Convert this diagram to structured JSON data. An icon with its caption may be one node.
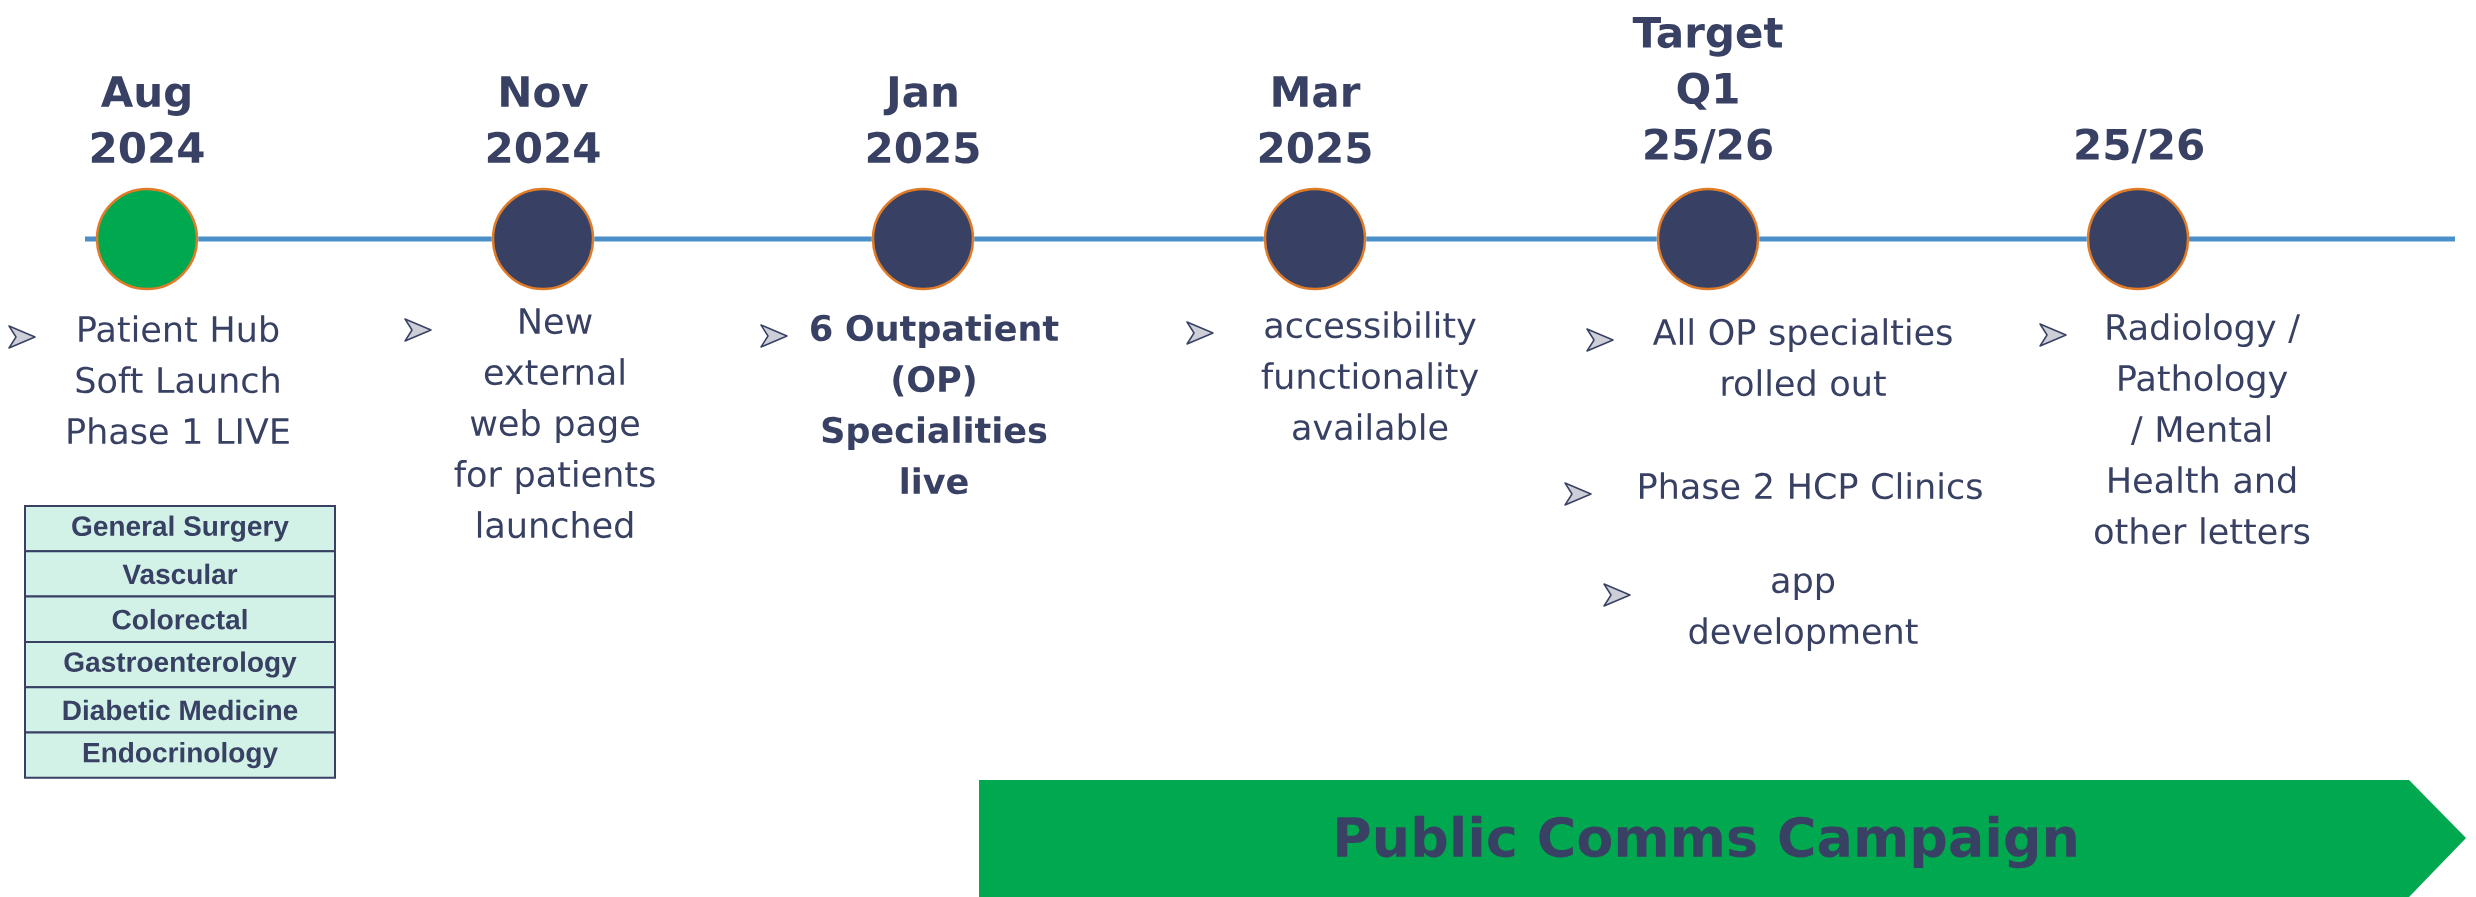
{
  "diagram": {
    "nodes": [
      {
        "text": [
          "Aug 2024"
        ],
        "beside": [
          "Patient Hub Soft Launch Phase 1 LIVE"
        ]
      },
      {
        "text": [
          "Nov 2024"
        ],
        "beside": [
          "New external web page for patients launched"
        ]
      },
      {
        "text": [
          "Jan 2025"
        ],
        "beside": [
          "6 Outpatient (OP) Specialities live"
        ]
      },
      {
        "text": [
          "Mar 2025"
        ],
        "beside": [
          "accessibility functionality available"
        ]
      },
      {
        "text": [
          "Target Q1 25/26"
        ],
        "beside": [
          "All OP specialties rolled out",
          "Phase 2 HCP Clinics",
          "app development"
        ]
      },
      {
        "text": [
          "25/26"
        ],
        "beside": [
          "Radiology / Pathology / Mental Health and other letters"
        ]
      },
      {
        "text": [
          "Public Comms Campaign"
        ]
      }
    ],
    "edges": [
      {
        "from": 0,
        "to": 1,
        "arrow": "none"
      },
      {
        "from": 1,
        "to": 2,
        "arrow": "none"
      },
      {
        "from": 2,
        "to": 3,
        "arrow": "none"
      },
      {
        "from": 3,
        "to": 4,
        "arrow": "none"
      },
      {
        "from": 4,
        "to": 5,
        "arrow": "none"
      }
    ],
    "labels": [
      "General Surgery",
      "Vascular",
      "Colorectal",
      "Gastroenterology",
      "Diabetic Medicine",
      "Endocrinology"
    ]
  }
}
